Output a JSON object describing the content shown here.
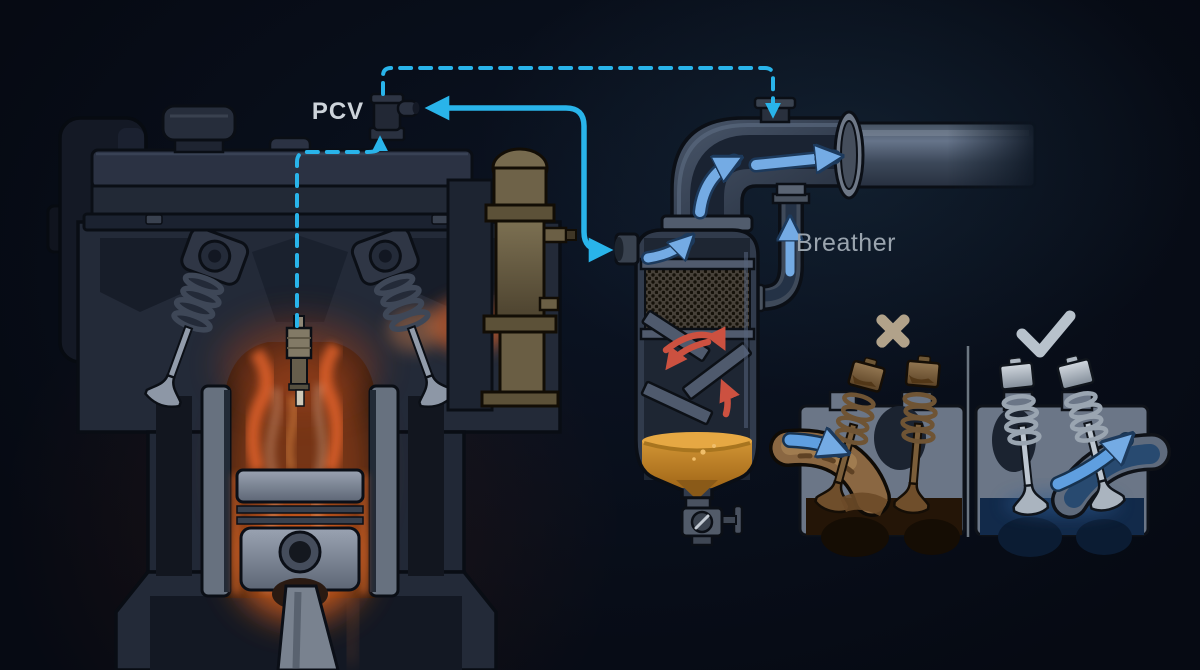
{
  "diagram": {
    "labels": {
      "pcv": "PCV",
      "breather": "Breather"
    },
    "marks": {
      "bad": "✕",
      "good": "✓"
    },
    "colors": {
      "accent_cyan": "#29b4ea",
      "flow_blue": "#74abe4",
      "swirl_red": "#cc5140",
      "oil_amber": "#cf8f2e",
      "flame_orange": "#e2622a",
      "metal_gray": "#6b7687",
      "dirty_brown": "#8a6742",
      "clean_silver": "#b8c2cc",
      "label_primary": "#cdd3da",
      "label_secondary": "#9aa4ae",
      "background": "#070b15"
    },
    "components": [
      "engine-cutaway",
      "valve-cover",
      "oil-filler-cap",
      "pcv-valve",
      "valve-springs",
      "spark-plug",
      "combustion-blowby-gases",
      "piston",
      "connecting-rod",
      "coolant-pump-housing",
      "vacuum-dashed-line",
      "hose-flow-line",
      "oil-separator-catch-can",
      "inlet-port",
      "mesh-filter",
      "baffle-plates",
      "swirl-arrows",
      "collected-oil",
      "drain-valve",
      "breather-hose",
      "elbow-pipe",
      "intake-pipe",
      "dirty-intake-valves",
      "clean-intake-valves",
      "cross-mark",
      "check-mark"
    ]
  }
}
